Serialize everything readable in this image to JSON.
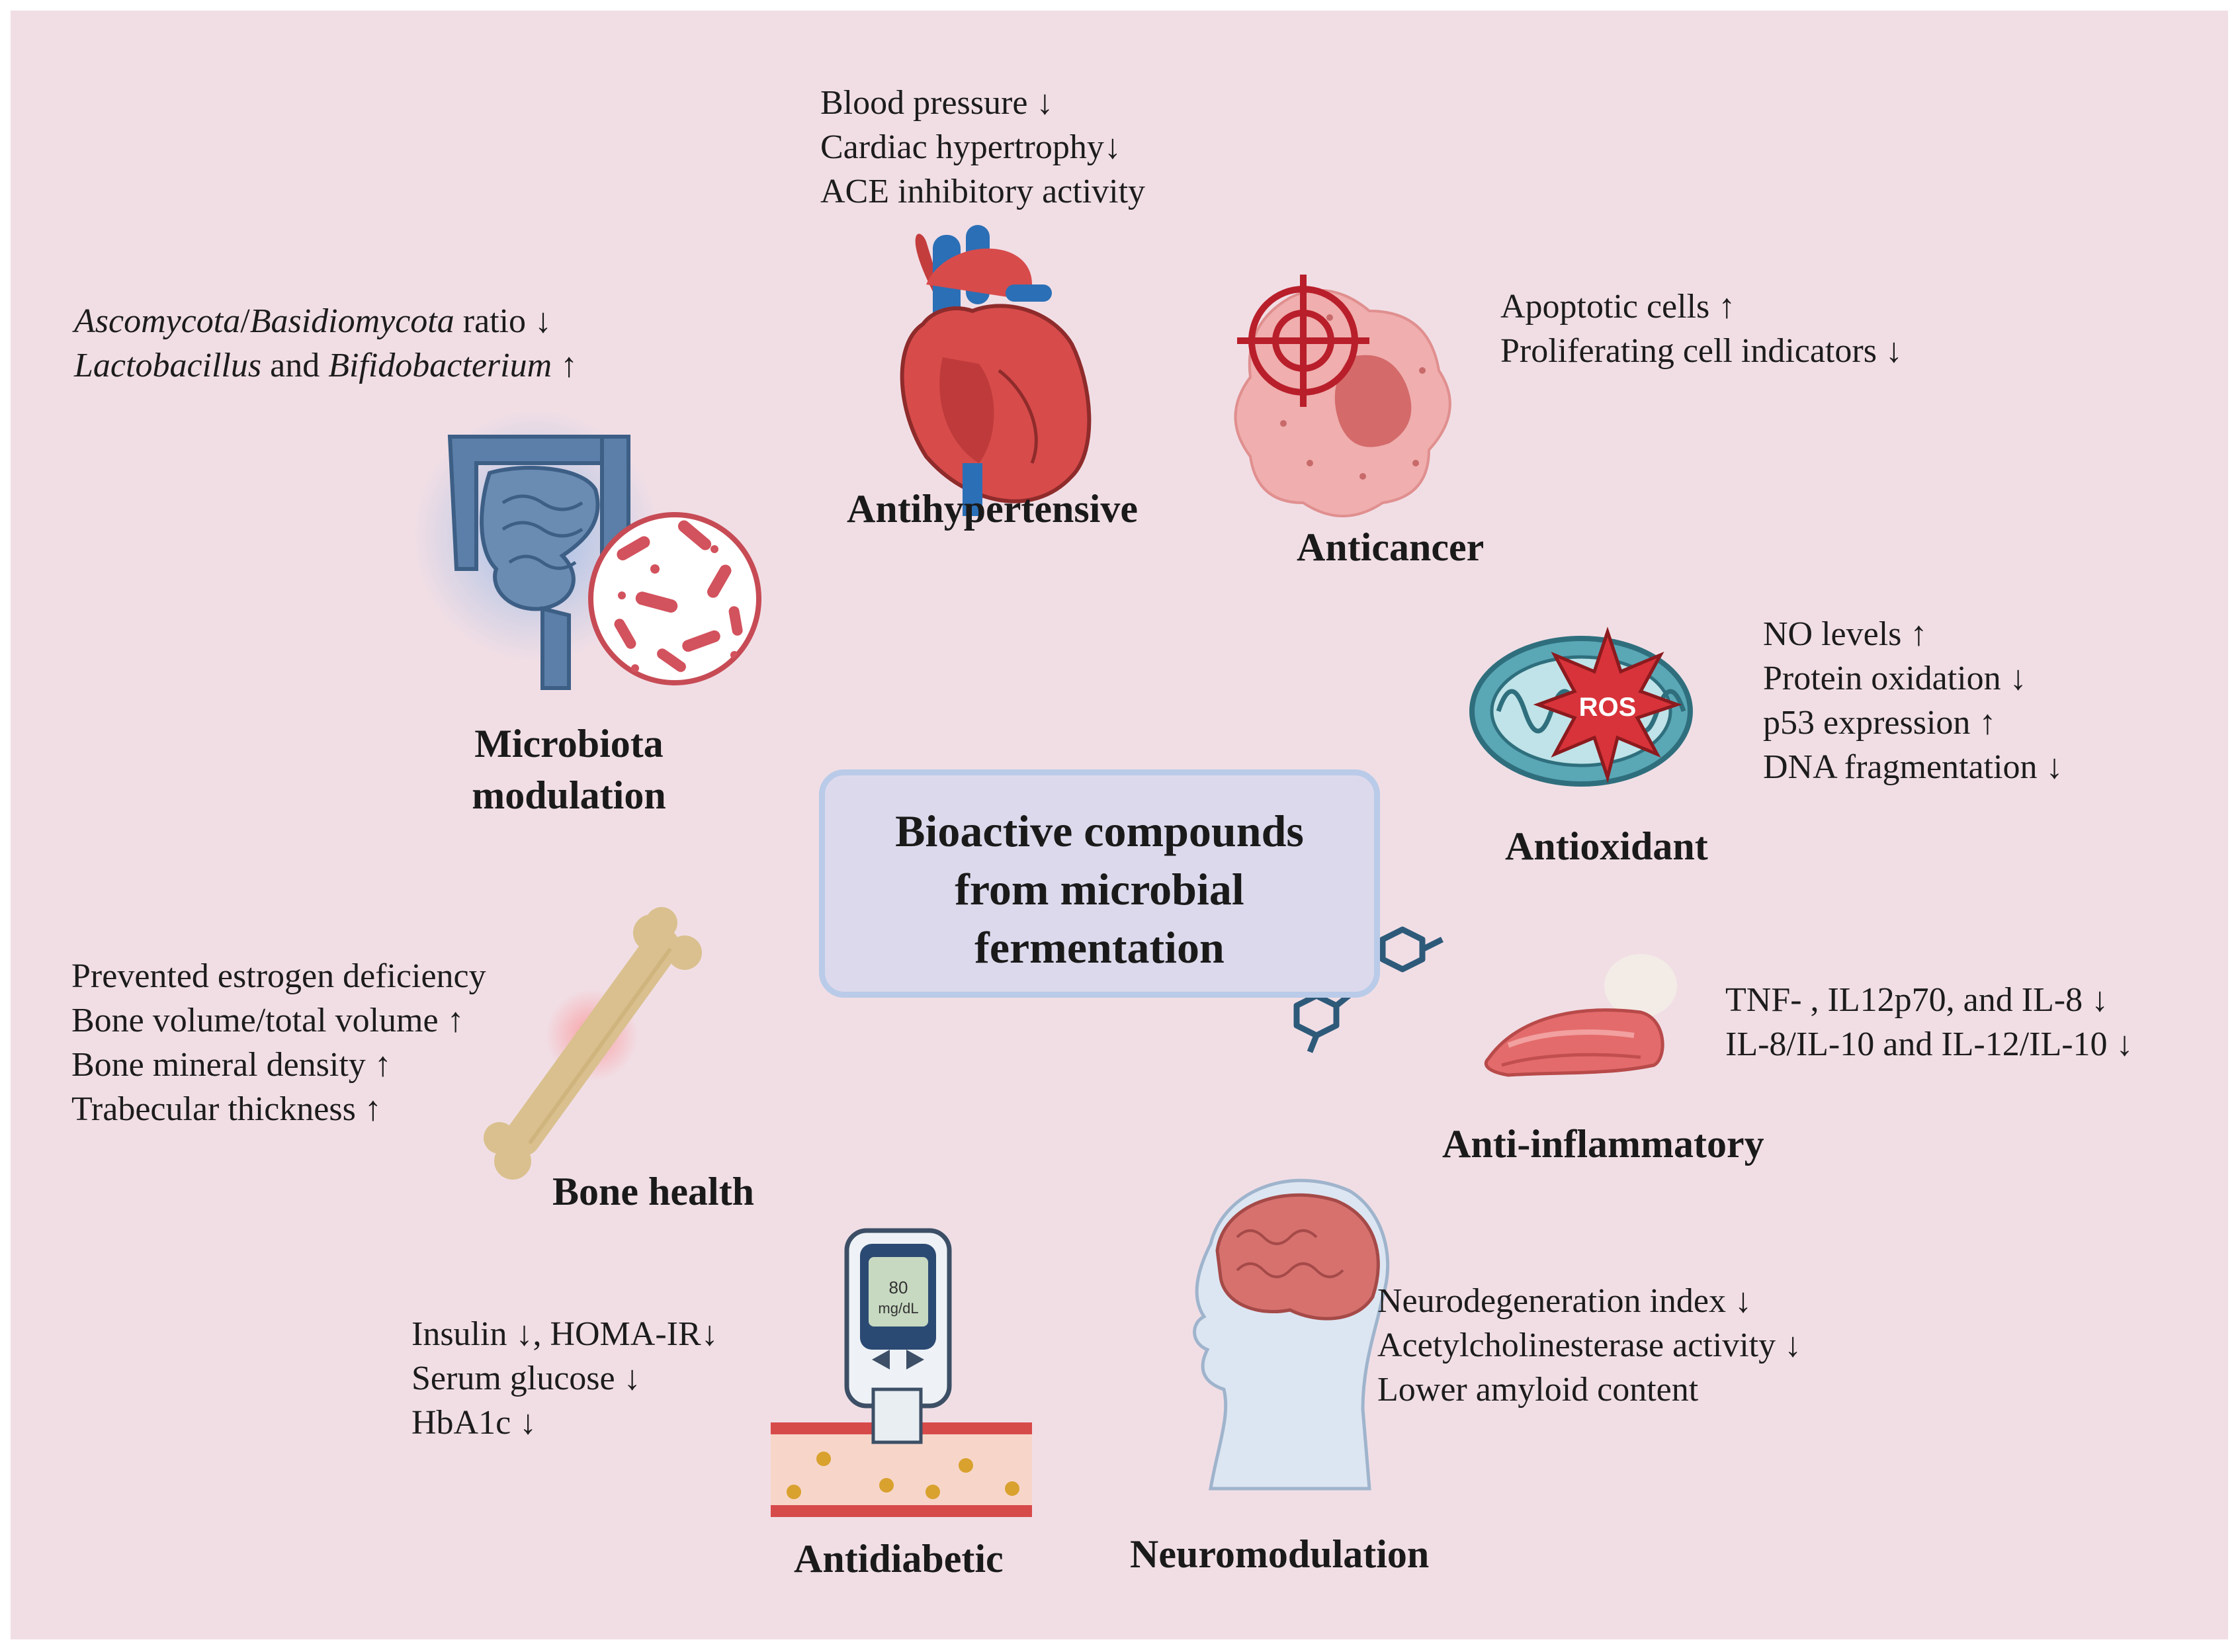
{
  "center": {
    "line1": "Bioactive compounds",
    "line2": "from microbial",
    "line3": "fermentation"
  },
  "antihypertensive": {
    "label": "Antihypertensive",
    "effects": [
      "Blood pressure ↓",
      "Cardiac hypertrophy↓",
      "ACE inhibitory activity"
    ]
  },
  "anticancer": {
    "label": "Anticancer",
    "effects": [
      "Apoptotic cells ↑",
      "Proliferating cell indicators ↓"
    ]
  },
  "microbiota": {
    "label_line1": "Microbiota",
    "label_line2": "modulation",
    "effect1_part1": "Ascomycota",
    "effect1_part2": "/",
    "effect1_part3": "Basidiomycota",
    "effect1_part4": " ratio ↓",
    "effect2_part1": "Lactobacillus",
    "effect2_part2": " and ",
    "effect2_part3": "Bifidobacterium",
    "effect2_part4": " ↑"
  },
  "antioxidant": {
    "label": "Antioxidant",
    "ros": "ROS",
    "effects": [
      "NO levels ↑",
      "Protein oxidation ↓",
      "p53 expression ↑",
      "DNA fragmentation ↓"
    ]
  },
  "anti_inflammatory": {
    "label": "Anti-inflammatory",
    "effects": [
      "TNF- , IL12p70, and IL-8 ↓",
      "IL-8/IL-10 and IL-12/IL-10 ↓"
    ]
  },
  "bone": {
    "label": "Bone health",
    "effects": [
      "Prevented estrogen deficiency",
      "Bone volume/total volume ↑",
      "Bone mineral density ↑",
      "Trabecular thickness ↑"
    ]
  },
  "antidiabetic": {
    "label": "Antidiabetic",
    "meter_value": "80",
    "meter_unit": "mg/dL",
    "effects": [
      "Insulin ↓, HOMA-IR↓",
      "Serum glucose ↓",
      "HbA1c ↓"
    ]
  },
  "neuromodulation": {
    "label": "Neuromodulation",
    "effects": [
      "Neurodegeneration index ↓",
      "Acetylcholinesterase activity ↓",
      "Lower amyloid content"
    ]
  },
  "colors": {
    "background": "#f1dee5",
    "box_fill": "#ddd9ec",
    "box_border": "#b9cbe8",
    "heart_red": "#d84b4b",
    "vessel_blue": "#2b6fb6",
    "molecule": "#2e5a7a",
    "mito_teal": "#5aa7b6"
  }
}
